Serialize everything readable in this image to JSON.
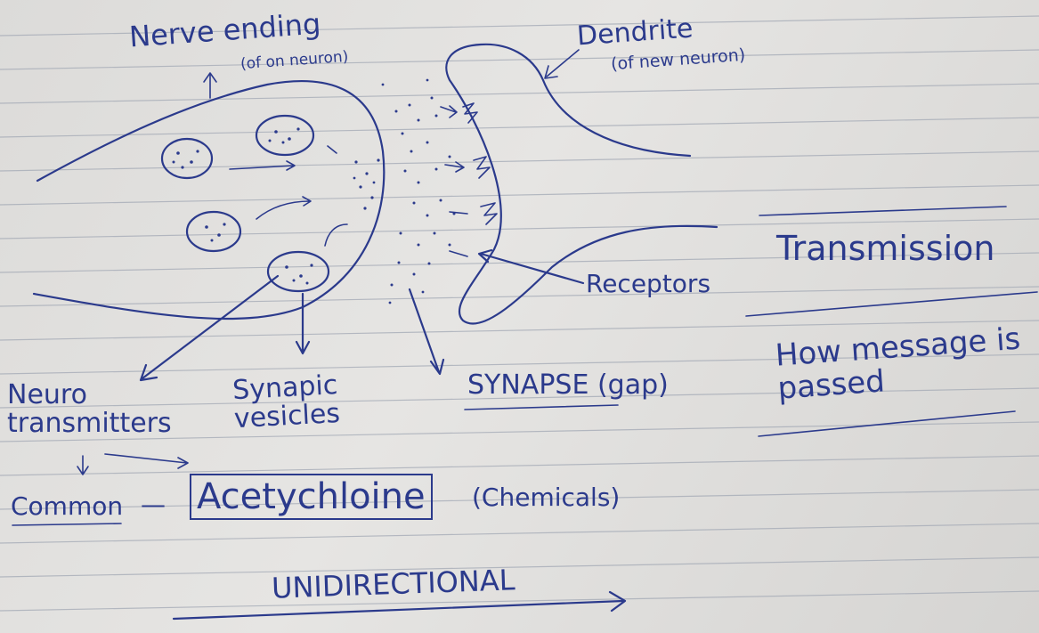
{
  "colors": {
    "ink": "#2b3a8c",
    "paper": "#dedddb",
    "rule": "#9fa6b3"
  },
  "labels": {
    "nerve_ending": "Nerve ending",
    "nerve_ending_note": "(of on neuron)",
    "dendrite": "Dendrite",
    "dendrite_note": "(of new neuron)",
    "receptors": "Receptors",
    "neurotransmitters": "Neuro transmitters",
    "synaptic_vesicles": "Synapic vesicles",
    "synapse": "SYNAPSE (gap)",
    "transmission": "Transmission",
    "how_message": "How message is passed",
    "common": "Common",
    "dash": "—",
    "acetylcholine": "Acetychloine",
    "chemicals": "(Chemicals)",
    "unidirectional": "UNIDIRECTIONAL"
  }
}
